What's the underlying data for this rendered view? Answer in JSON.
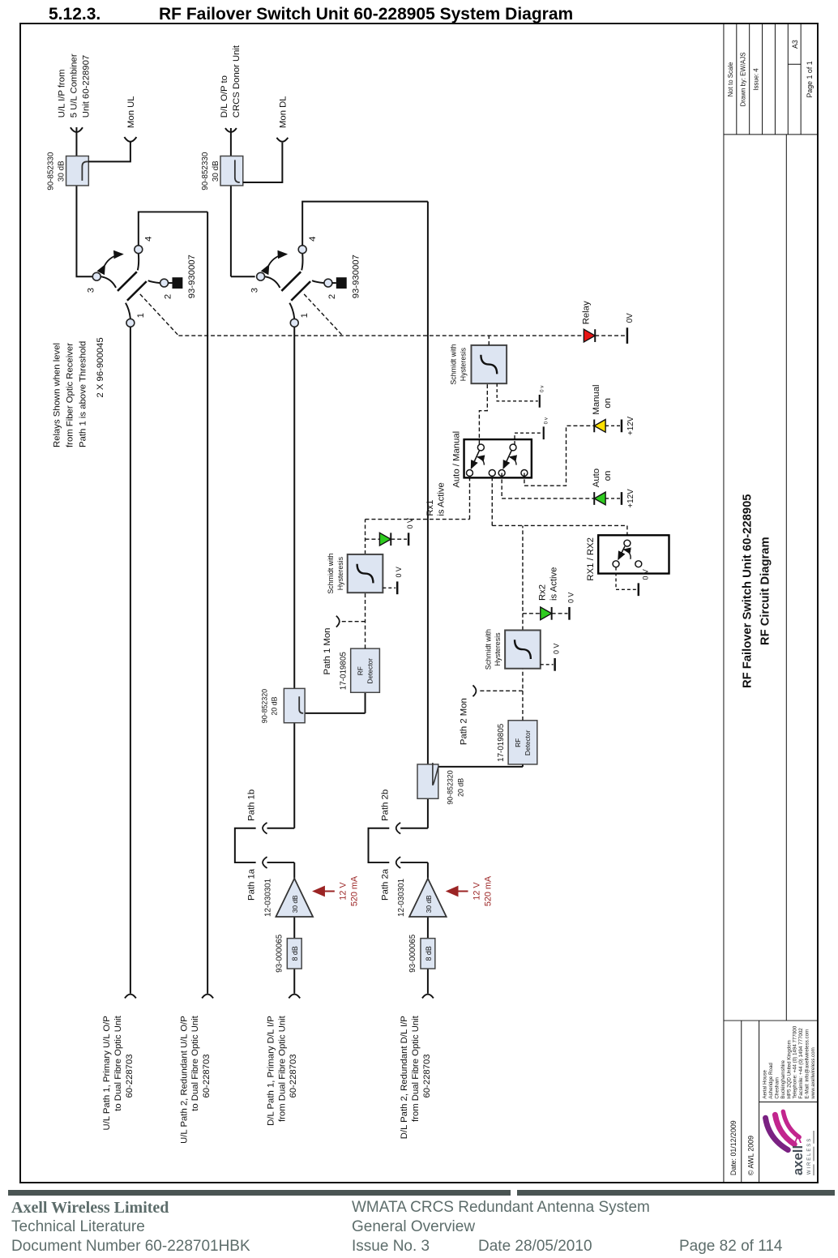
{
  "heading": {
    "number": "5.12.3.",
    "title": "RF Failover Switch Unit 60-228905 System Diagram"
  },
  "footer": {
    "company": "Axell Wireless Limited",
    "doc_type": "Technical Literature",
    "doc_number": "Document Number 60-228701HBK",
    "system": "WMATA CRCS Redundant Antenna System",
    "overview": "General Overview",
    "issue": "Issue No. 3",
    "date": "Date 28/05/2010",
    "page": "Page 82 of 114"
  },
  "titleblock": {
    "title_line1": "RF Failover Switch Unit 60-228905",
    "title_line2": "RF Circuit Diagram",
    "not_to_scale": "Not to Scale",
    "drawn_by": "Drawn by: EW/AJS",
    "issue": "Issue: 4",
    "size": "A3",
    "page": "Page 1 of 1",
    "date": "Date: 01/12/2009",
    "copyright": "© AWL 2009",
    "logo_name": "axell",
    "logo_mark": ">",
    "logo_sub": "WIRELESS",
    "address": [
      "Aerial House",
      "Asheridge Road",
      "Chesham",
      "Buckinghamshire",
      "HP5 2QD United Kingdom",
      "Telephone: +44 (0) 1494 777000",
      "Facsimile: +44 (0) 1494 777002",
      "E-Mail: info@axellwireless.com",
      "www.axellwireless.com"
    ]
  },
  "diagram": {
    "note": [
      "Relays Shown when level",
      "from Fiber Optic Receiver",
      "Path 1 is above Threshold"
    ],
    "relay_part": "2 X 96-900045",
    "ul_input": [
      "U/L I/P from",
      "5 U/L Combiner",
      "Unit 60-228907"
    ],
    "mon_ul": "Mon UL",
    "dl_output": [
      "D/L O/P to",
      "CRCS Donor Unit"
    ],
    "mon_dl": "Mon DL",
    "coupler30": [
      "90-852330",
      "30 dB"
    ],
    "coupler20": [
      "90-852320",
      "20 dB"
    ],
    "switch_part": "93-930007",
    "ports": [
      "1",
      "2",
      "3",
      "4"
    ],
    "outputs": {
      "ul1": [
        "U/L Path 1, Primary U/L O/P",
        "to Dual Fibre Optic Unit",
        "60-228703"
      ],
      "ul2": [
        "U/L Path 2, Redundant U/L O/P",
        "to Dual Fibre Optic Unit",
        "60-228703"
      ],
      "dl1": [
        "D/L Path 1, Primary D/L I/P",
        "from Dual Fibre Optic Unit",
        "60-228703"
      ],
      "dl2": [
        "D/L Path 2, Redundant D/L I/P",
        "from Dual Fibre Optic Unit",
        "60-228703"
      ]
    },
    "pad": {
      "part": "93-000065",
      "value": "8 dB"
    },
    "amp": {
      "part": "12-030301",
      "gain": "30 dB",
      "supply_v": "12 V",
      "supply_i": "520 mA"
    },
    "paths": {
      "p1a": "Path 1a",
      "p1b": "Path 1b",
      "p2a": "Path 2a",
      "p2b": "Path 2b",
      "p1mon": "Path 1 Mon",
      "p2mon": "Path 2 Mon"
    },
    "detector": {
      "part": "17-019805",
      "line1": "RF",
      "line2": "Detector"
    },
    "schmidt": [
      "Schmidt with",
      "Hysteresis"
    ],
    "rx1": [
      "Rx1",
      "is Active"
    ],
    "rx2": [
      "Rx2",
      "is Active"
    ],
    "auto_manual": "Auto / Manual",
    "rx1_rx2": "RX1 / RX2",
    "manual_led": [
      "Manual",
      "on"
    ],
    "auto_led": [
      "Auto",
      "on"
    ],
    "relay": "Relay",
    "v12": "+12V",
    "v0": "0 V",
    "v0_compact": "0V",
    "v0_tiny": "0 v"
  },
  "colors": {
    "led_green": "#2ecc1f",
    "led_yellow": "#ffe000",
    "led_red": "#e81515",
    "supply_red": "#9b2424",
    "component_fill": "#dde5f2",
    "logo_magenta": "#c2258e",
    "logo_purple": "#7a2182",
    "footer_text": "#5d6d6b",
    "footer_bar": "#4a5553"
  }
}
